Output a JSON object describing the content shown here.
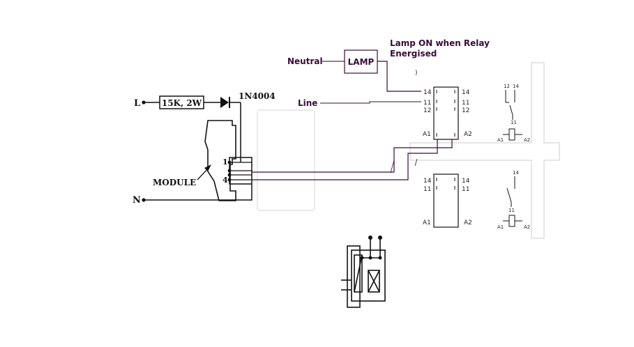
{
  "labels": {
    "L": "L",
    "N": "N",
    "resistor": "15K, 2W",
    "diode": "1N4004",
    "module": "MODULE",
    "pin1": "1",
    "pin4": "4",
    "neutral": "Neutral",
    "lamp": "LAMP",
    "line": "Line",
    "note_line1": "Lamp ON when Relay",
    "note_line2": "Energised",
    "paren": ")"
  },
  "relay_top": {
    "p14": "14",
    "p11": "11",
    "p12": "12",
    "a1": "A1",
    "a2": "A2"
  },
  "relay_bottom": {
    "p14": "14",
    "p11": "11",
    "a1": "A1",
    "a2": "A2"
  },
  "schematic_top": {
    "p12": "12",
    "p14": "14",
    "p11": "11",
    "a1": "A1",
    "a2": "A2"
  },
  "schematic_bottom": {
    "p14": "14",
    "p11": "11",
    "a1": "A1",
    "a2": "A2"
  },
  "colors": {
    "wire": "#3a0a3a",
    "ink": "#111111",
    "panel": "#d8d8d8"
  }
}
